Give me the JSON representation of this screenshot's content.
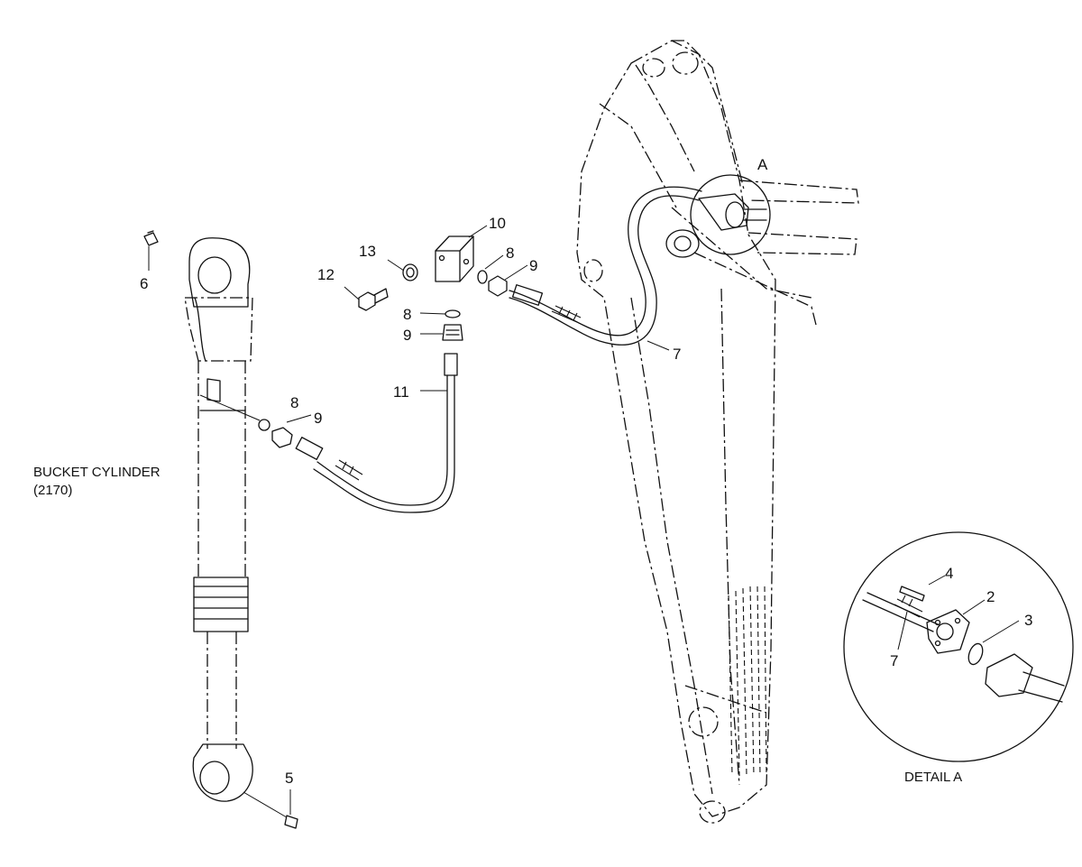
{
  "labels": {
    "bucket_cylinder": "BUCKET CYLINDER",
    "bucket_cylinder_ref": "(2170)",
    "detail_ref": "A",
    "detail_title": "DETAIL  A"
  },
  "callouts": {
    "p2": "2",
    "p3": "3",
    "p4": "4",
    "p5": "5",
    "p6": "6",
    "p7a": "7",
    "p7b": "7",
    "p8a": "8",
    "p8b": "8",
    "p8c": "8",
    "p9a": "9",
    "p9b": "9",
    "p9c": "9",
    "p10": "10",
    "p11": "11",
    "p12": "12",
    "p13": "13"
  }
}
